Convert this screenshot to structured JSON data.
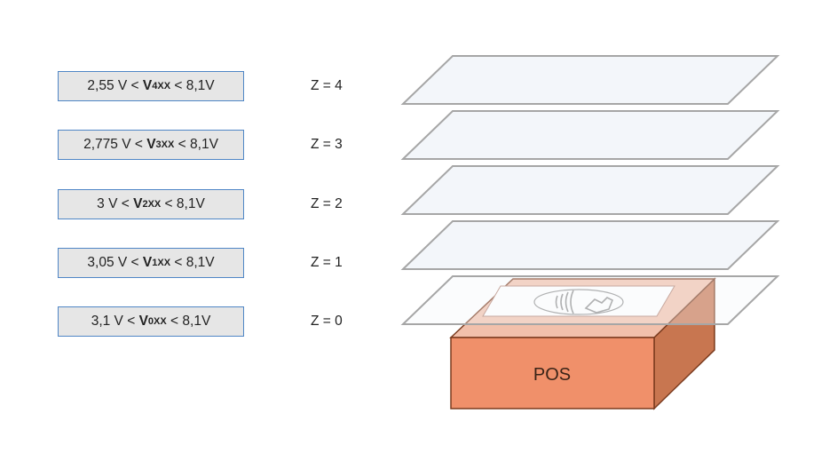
{
  "levels": [
    {
      "min": "2,55 V",
      "var": "V",
      "sub": "4XX",
      "max": "8,1V",
      "z": "Z = 4"
    },
    {
      "min": "2,775 V",
      "var": "V",
      "sub": "3XX",
      "max": "8,1V",
      "z": "Z = 3"
    },
    {
      "min": "3 V",
      "var": "V",
      "sub": "2XX",
      "max": "8,1V",
      "z": "Z = 2"
    },
    {
      "min": "3,05 V",
      "var": "V",
      "sub": "1XX",
      "max": "8,1V",
      "z": "Z = 1"
    },
    {
      "min": "3,1 V",
      "var": "V",
      "sub": "0XX",
      "max": "8,1V",
      "z": "Z = 0"
    }
  ],
  "pos": {
    "label": "POS"
  },
  "icons": {
    "reader": "contactless-icon"
  },
  "colors": {
    "box_border": "#4f86c6",
    "box_fill": "#e6e6e6",
    "plane_fill": "#f3f6fa",
    "plane_stroke": "#a6a6a6",
    "pos_front": "#f0906a",
    "pos_side": "#c87650",
    "pos_top": "#f2c0ab",
    "pos_stroke": "#7a3b1f"
  }
}
